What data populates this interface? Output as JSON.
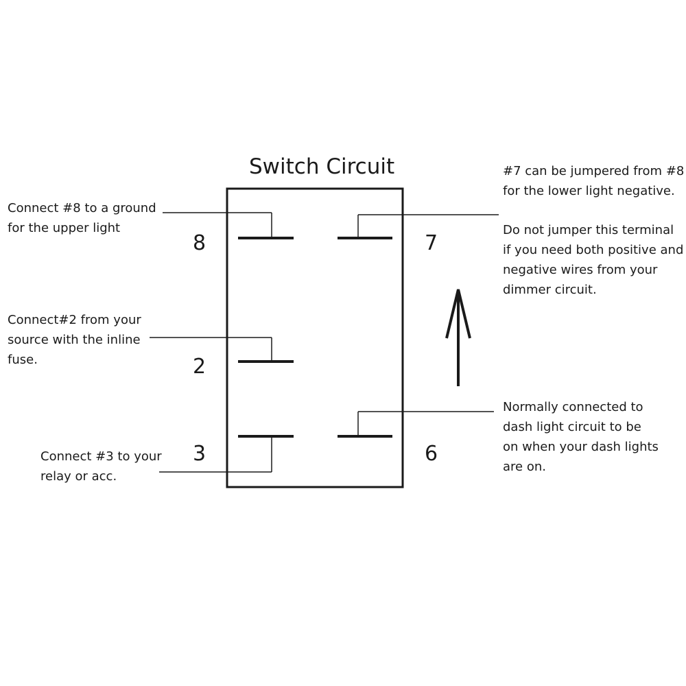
{
  "diagram": {
    "title": "Switch Circuit",
    "terminals": {
      "t8": "8",
      "t7": "7",
      "t2": "2",
      "t3": "3",
      "t6": "6"
    },
    "notes": {
      "pin8": [
        "Connect #8 to a ground",
        "for the upper light"
      ],
      "pin2": [
        "Connect#2 from your",
        "source with the inline",
        "fuse."
      ],
      "pin3": [
        "Connect #3 to your",
        "relay or acc."
      ],
      "pin7_jumper": [
        "#7 can be jumpered from #8",
        "for the lower light negative."
      ],
      "pin7_warning": [
        "Do not jumper this terminal",
        "if you need both positive and",
        "negative wires from your",
        "dimmer circuit."
      ],
      "pin6": [
        "Normally connected to",
        "dash light circuit to be",
        "on when your dash lights",
        "are on."
      ]
    },
    "colors": {
      "ink": "#1a1a1a",
      "background": "#ffffff"
    }
  }
}
